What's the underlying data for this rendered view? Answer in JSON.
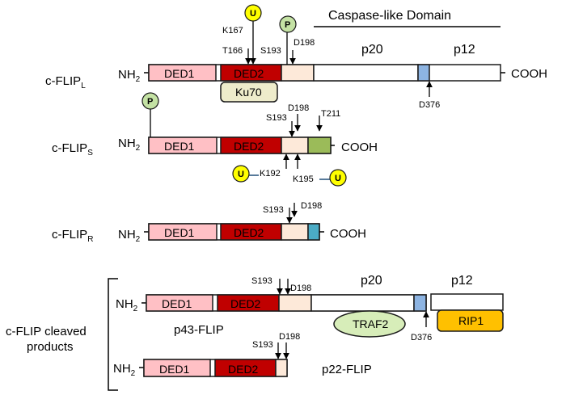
{
  "colors": {
    "ded1": "#ffc0c5",
    "ded2": "#c00000",
    "linker": "#fde9d9",
    "caspase": "#ffffff",
    "cleavage_blue": "#8db4e2",
    "flips_tail": "#9bbb59",
    "flipr_tail": "#4bacc6",
    "ku70": "#eeeccb",
    "traf2": "#d7edb9",
    "rip1": "#ffc000",
    "ubiquitin": "#ffff00",
    "phospho": "#c4e2a4",
    "ub_linker": "#1f4e79"
  },
  "header": {
    "caspase_domain_title": "Caspase-like Domain",
    "p20": "p20",
    "p12": "p12"
  },
  "proteins": {
    "flipl": {
      "name": "c-FLIP",
      "subscript": "L",
      "nterm": "NH",
      "nterm_sub": "2",
      "cterm": "COOH",
      "domains": [
        "DED1",
        "DED2"
      ],
      "partner": "Ku70",
      "sites": {
        "k167": "K167",
        "t166": "T166",
        "s193": "S193",
        "d198": "D198",
        "d376": "D376"
      },
      "ub_symbol": "U",
      "p_symbol": "P"
    },
    "flips": {
      "name": "c-FLIP",
      "subscript": "S",
      "nterm": "NH",
      "nterm_sub": "2",
      "cterm": "COOH",
      "domains": [
        "DED1",
        "DED2"
      ],
      "sites": {
        "s193": "S193",
        "d198": "D198",
        "t211": "T211",
        "k192": "K192",
        "k195": "K195"
      },
      "ub_symbol": "U",
      "p_symbol": "P"
    },
    "flipr": {
      "name": "c-FLIP",
      "subscript": "R",
      "nterm": "NH",
      "nterm_sub": "2",
      "cterm": "COOH",
      "domains": [
        "DED1",
        "DED2"
      ],
      "sites": {
        "s193": "S193",
        "d198": "D198"
      }
    }
  },
  "cleaved": {
    "group_label_line1": "c-FLIP cleaved",
    "group_label_line2": "products",
    "p43": {
      "name": "p43-FLIP",
      "nterm": "NH",
      "nterm_sub": "2",
      "domains": [
        "DED1",
        "DED2"
      ],
      "p20": "p20",
      "partner": "TRAF2",
      "sites": {
        "s193": "S193",
        "d198": "D198",
        "d376": "D376"
      }
    },
    "p12": {
      "label": "p12",
      "partner": "RIP1"
    },
    "p22": {
      "name": "p22-FLIP",
      "nterm": "NH",
      "nterm_sub": "2",
      "domains": [
        "DED1",
        "DED2"
      ],
      "sites": {
        "s193": "S193",
        "d198": "D198"
      }
    }
  }
}
